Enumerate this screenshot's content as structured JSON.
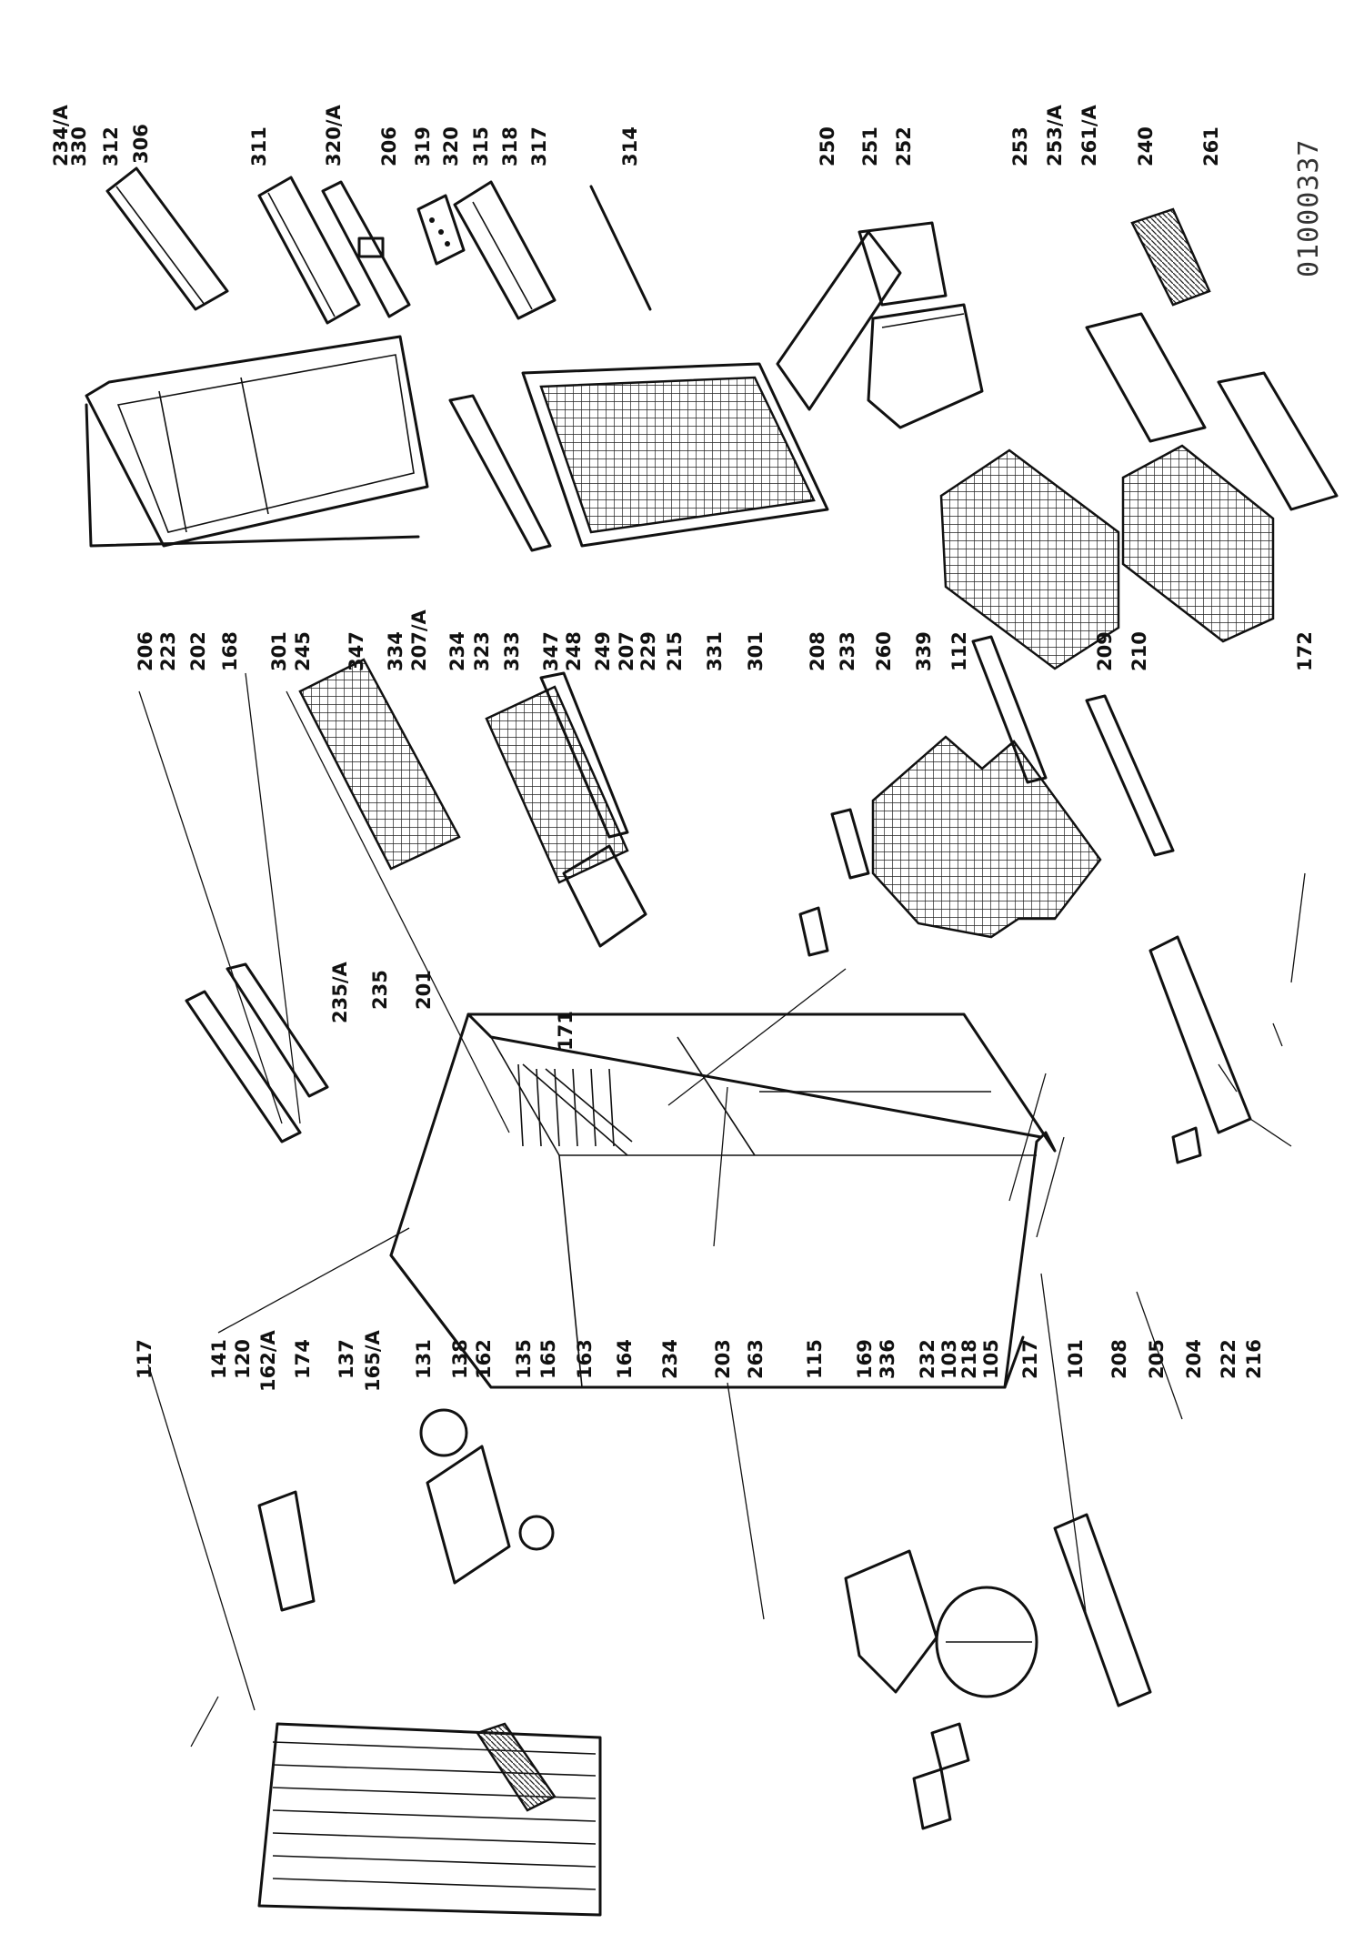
{
  "document_id": "01000337",
  "callouts": {
    "top_row": [
      "234/A",
      "330",
      "312",
      "306",
      "311",
      "320/A",
      "206",
      "319",
      "320",
      "315",
      "318",
      "317",
      "314",
      "250",
      "251",
      "252",
      "253",
      "253/A",
      "261/A",
      "240",
      "261"
    ],
    "middle_row": [
      "206",
      "223",
      "202",
      "168",
      "301",
      "245",
      "347",
      "334",
      "207/A",
      "234",
      "323",
      "333",
      "347",
      "248",
      "249",
      "207",
      "229",
      "215",
      "331",
      "301",
      "208",
      "233",
      "260",
      "339",
      "112",
      "209",
      "210",
      "172"
    ],
    "bottom_row": [
      "117",
      "141",
      "120",
      "162/A",
      "174",
      "137",
      "165/A",
      "131",
      "138",
      "162",
      "135",
      "165",
      "163",
      "164",
      "234",
      "203",
      "263",
      "115",
      "169",
      "336",
      "232",
      "103",
      "218",
      "105",
      "217",
      "101",
      "208",
      "205",
      "204",
      "222",
      "216"
    ],
    "cabinet": [
      "235/A",
      "235",
      "201",
      "171"
    ]
  }
}
